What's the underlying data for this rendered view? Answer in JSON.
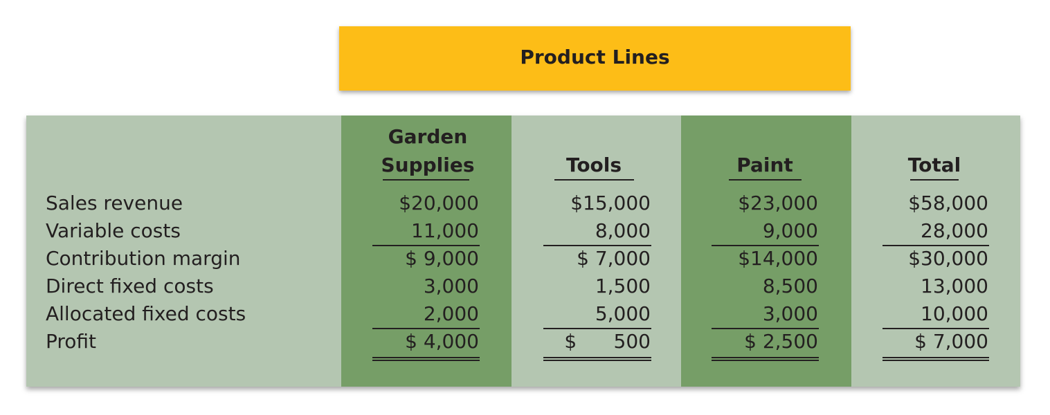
{
  "banner": {
    "title": "Product Lines"
  },
  "columns": [
    {
      "header_line1": "Garden",
      "header_line2": "Supplies"
    },
    {
      "header_line1": "",
      "header_line2": "Tools"
    },
    {
      "header_line1": "",
      "header_line2": "Paint"
    },
    {
      "header_line1": "",
      "header_line2": "Total"
    }
  ],
  "rows": [
    {
      "label": "Sales revenue",
      "values": [
        "$20,000",
        "$15,000",
        "$23,000",
        "$58,000"
      ]
    },
    {
      "label": "Variable costs",
      "values": [
        "11,000",
        "8,000",
        "9,000",
        "28,000"
      ]
    },
    {
      "label": "Contribution margin",
      "values": [
        "$ 9,000",
        "$ 7,000",
        "$14,000",
        "$30,000"
      ]
    },
    {
      "label": "Direct fixed costs",
      "values": [
        "3,000",
        "1,500",
        "8,500",
        "13,000"
      ]
    },
    {
      "label": "Allocated fixed costs",
      "values": [
        "2,000",
        "5,000",
        "3,000",
        "10,000"
      ]
    },
    {
      "label": "Profit",
      "values": [
        "$ 4,000",
        "$      500",
        "$ 2,500",
        "$ 7,000"
      ]
    }
  ],
  "colors": {
    "banner": "#fdbd17",
    "table_bg": "#b4c6b1",
    "column_band": "#769e67",
    "text": "#231f20"
  }
}
